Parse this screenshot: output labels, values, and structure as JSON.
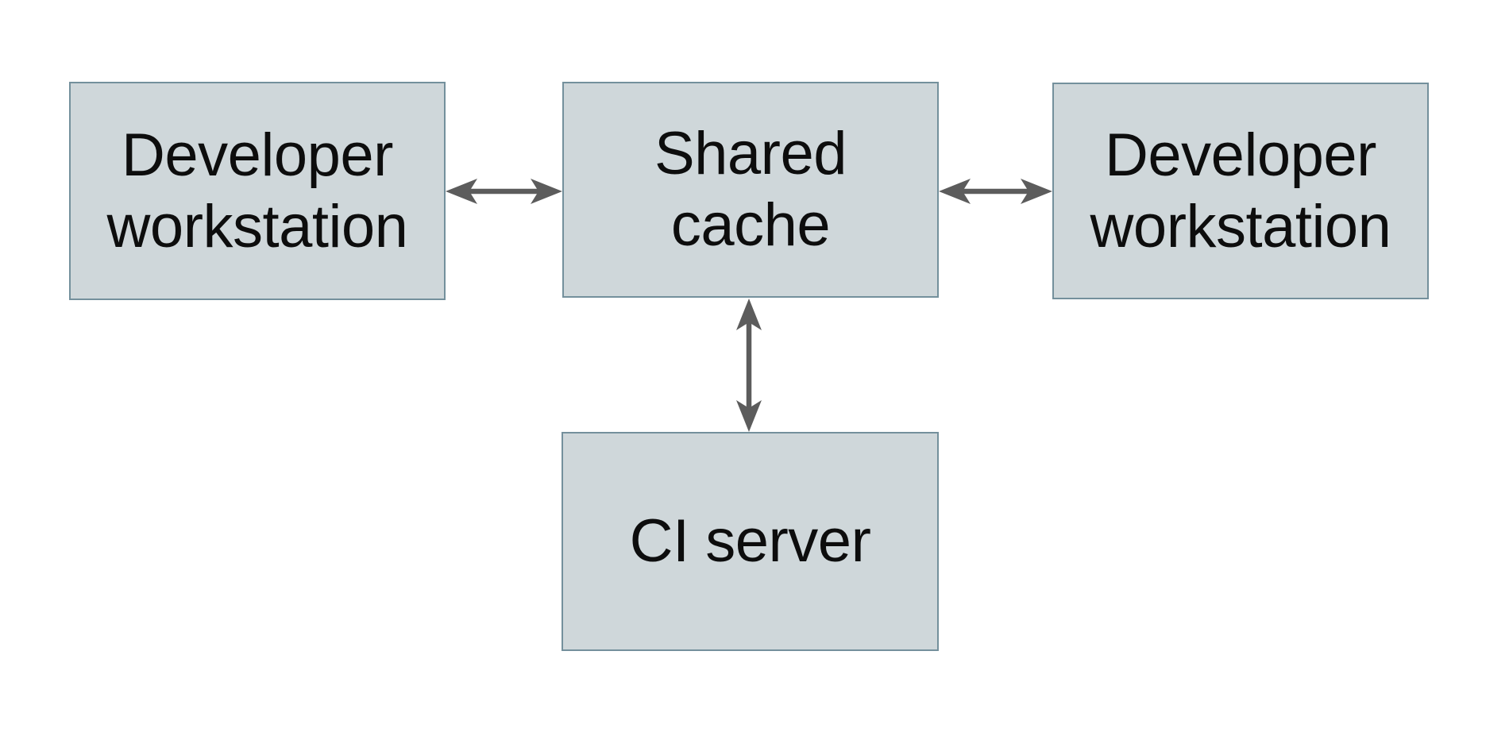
{
  "diagram": {
    "type": "architecture-diagram",
    "background": "white",
    "nodes": [
      {
        "id": "developer-workstation-left",
        "label": "Developer workstation"
      },
      {
        "id": "shared-cache",
        "label": "Shared cache"
      },
      {
        "id": "developer-workstation-right",
        "label": "Developer workstation"
      },
      {
        "id": "ci-server",
        "label": "CI server"
      }
    ],
    "edges": [
      {
        "from": "developer-workstation-left",
        "to": "shared-cache",
        "style": "double-headed-arrow"
      },
      {
        "from": "shared-cache",
        "to": "developer-workstation-right",
        "style": "double-headed-arrow"
      },
      {
        "from": "shared-cache",
        "to": "ci-server",
        "style": "double-headed-arrow"
      }
    ],
    "colors": {
      "node_fill": "#cfd7da",
      "node_border": "#74909c",
      "arrow": "#5c5c5c",
      "text": "#0d0d0d",
      "background": "#ffffff"
    }
  }
}
